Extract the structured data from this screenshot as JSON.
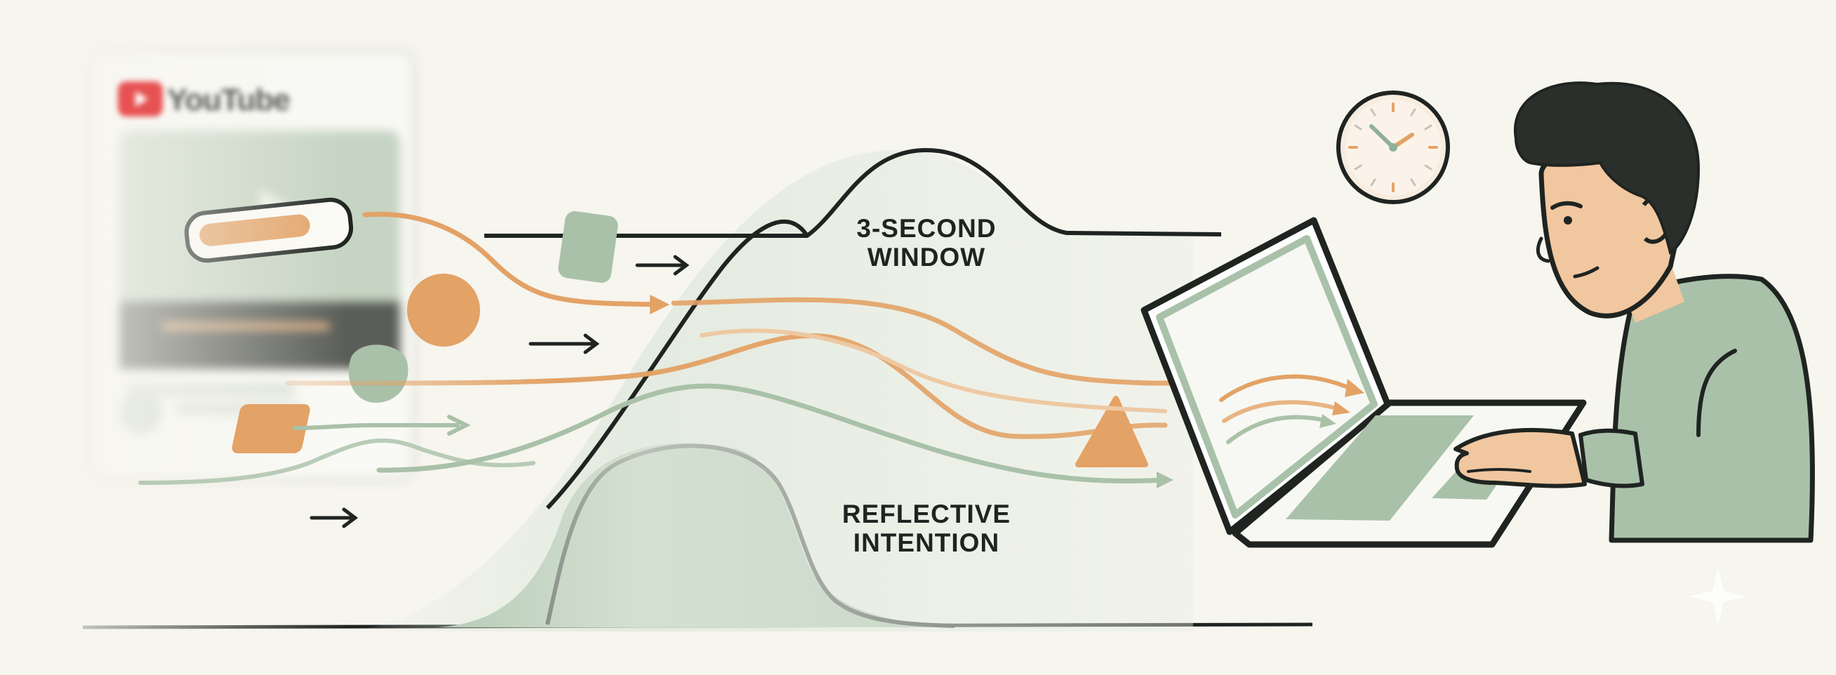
{
  "brand": {
    "name": "YouTube",
    "accent_red": "#e3292b"
  },
  "labels": {
    "window": [
      "3-SECOND",
      "WINDOW"
    ],
    "intention": [
      "REFLECTIVE",
      "INTENTION"
    ]
  },
  "palette": {
    "background": "#f6f5ee",
    "sage": "#a9c1a9",
    "orange": "#e3a266",
    "ink": "#1f2421"
  },
  "icons": [
    "youtube-logo-icon",
    "play-icon",
    "clock-icon",
    "laptop-icon",
    "arrow-right-icon"
  ]
}
